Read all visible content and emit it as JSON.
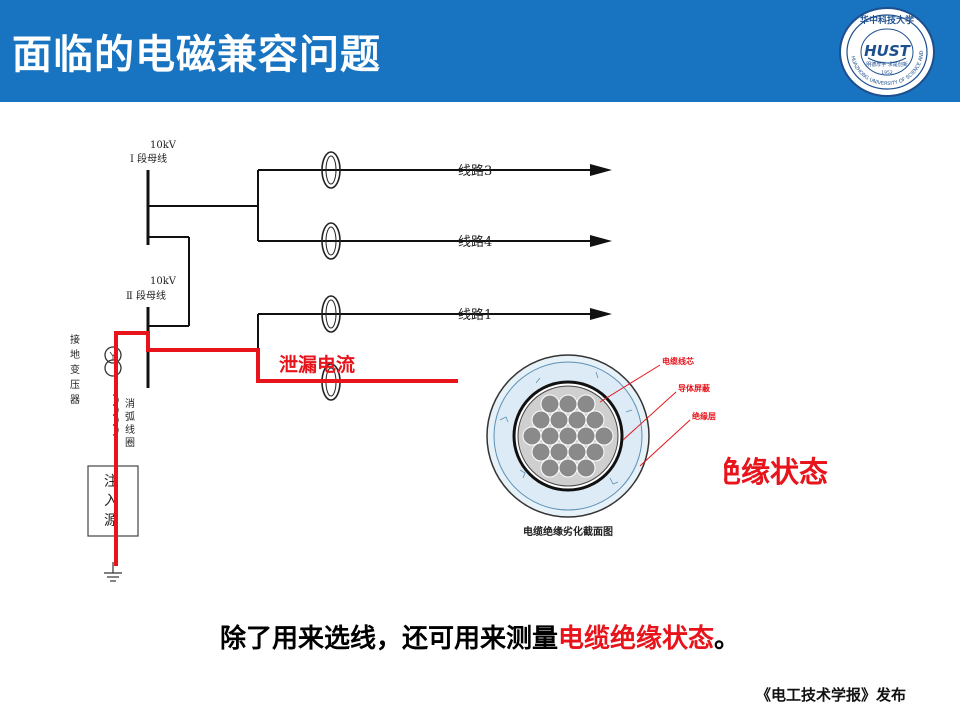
{
  "header": {
    "title": "面临的电磁兼容问题",
    "color": "#1873c0",
    "logo": {
      "text_top": "华中科技大学",
      "text_ring": "HUAZHONG UNIVERSITY OF SCIENCE AND TECHNOLOGY",
      "monogram": "HUST",
      "motto": "明德厚学 求是创新",
      "year": "1952",
      "icon": "university-seal"
    }
  },
  "diagram": {
    "bus1_voltage": "10kV",
    "bus1_name": "Ⅰ 段母线",
    "bus2_voltage": "10kV",
    "bus2_name": "Ⅱ 段母线",
    "line3": "线路3",
    "line4": "线路4",
    "line1": "线路1",
    "grounding_transformer": [
      "接",
      "地",
      "变",
      "压",
      "器"
    ],
    "arc_coil": [
      "消",
      "弧",
      "线",
      "圈"
    ],
    "injection_source": [
      "注",
      "入",
      "源"
    ],
    "leakage_label": "泄漏电流",
    "overlay_text": "绝缘状态",
    "accent_red": "#e8141b"
  },
  "cable_inset": {
    "label_core": "电缆线芯",
    "label_shield": "导体屏蔽",
    "label_insulation": "绝缘层",
    "caption": "电缆绝缘劣化截面图"
  },
  "bottom": {
    "text_before": "除了用来选线，还可用来测量",
    "text_highlight": "电缆绝缘状态",
    "text_after": "。"
  },
  "footer": {
    "publisher": "《电工技术学报》发布"
  }
}
